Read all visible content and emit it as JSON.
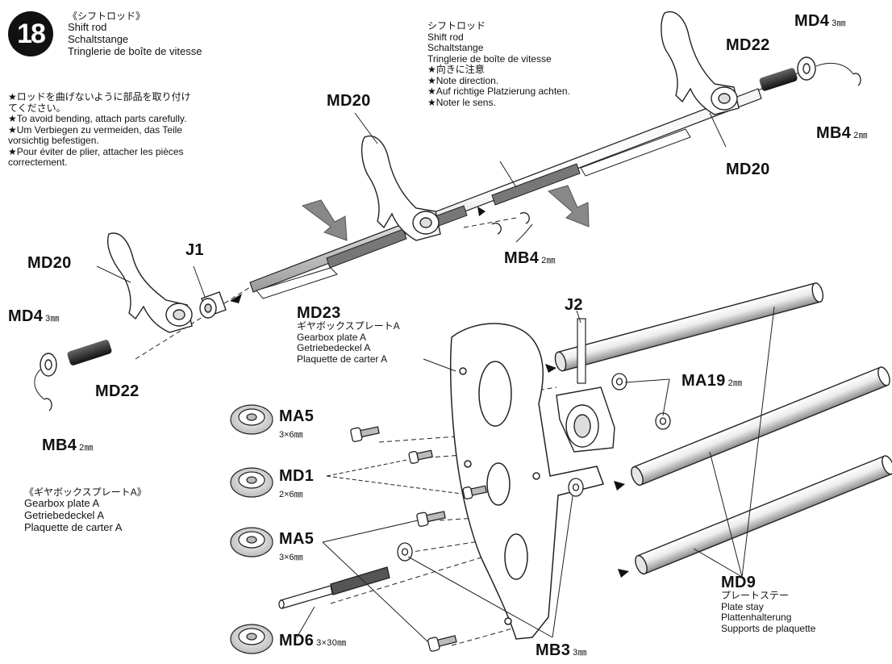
{
  "step": {
    "number": "18"
  },
  "shift_rod_title": {
    "jp": "《シフトロッド》",
    "en": "Shift rod",
    "de": "Schaltstange",
    "fr": "Tringlerie de boîte de vitesse"
  },
  "notes_left": [
    "★ロッドを曲げないように部品を取り付け",
    "てください。",
    "★To avoid bending, attach parts carefully.",
    "★Um Verbiegen zu vermeiden, das Teile",
    "vorsichtig befestigen.",
    "★Pour éviter de plier, attacher les pièces",
    "correctement."
  ],
  "shift_rod_callout": [
    "シフトロッド",
    "Shift rod",
    "Schaltstange",
    "Tringlerie de boîte de vitesse",
    "★向きに注意",
    "★Note direction.",
    "★Auf richtige Platzierung achten.",
    "★Noter le sens."
  ],
  "gearbox_plate_title": {
    "jp": "《ギヤボックスプレートA》",
    "en": "Gearbox plate A",
    "de": "Getriebedeckel A",
    "fr": "Plaquette de carter A"
  },
  "md23_label": {
    "code": "MD23",
    "jp": "ギヤボックスプレートA",
    "en": "Gearbox plate A",
    "de": "Getriebedeckel A",
    "fr": "Plaquette de carter A"
  },
  "md9_label": {
    "code": "MD9",
    "jp": "プレートステー",
    "en": "Plate stay",
    "de": "Plattenhalterung",
    "fr": "Supports de plaquette"
  },
  "parts": {
    "md4_top": {
      "code": "MD4",
      "size": "3㎜"
    },
    "md22_top": {
      "code": "MD22"
    },
    "mb4_top": {
      "code": "MB4",
      "size": "2㎜"
    },
    "md20_top": {
      "code": "MD20"
    },
    "md20_mid": {
      "code": "MD20"
    },
    "mb4_mid": {
      "code": "MB4",
      "size": "2㎜"
    },
    "md20_left": {
      "code": "MD20"
    },
    "j1": {
      "code": "J1"
    },
    "md4_left": {
      "code": "MD4",
      "size": "3㎜"
    },
    "md22_left": {
      "code": "MD22"
    },
    "mb4_left": {
      "code": "MB4",
      "size": "2㎜"
    },
    "j2": {
      "code": "J2"
    },
    "ma19": {
      "code": "MA19",
      "size": "2㎜"
    },
    "ma5_a": {
      "code": "MA5",
      "size": "3×6㎜"
    },
    "md1": {
      "code": "MD1",
      "size": "2×6㎜"
    },
    "ma5_b": {
      "code": "MA5",
      "size": "3×6㎜"
    },
    "md6": {
      "code": "MD6",
      "size": "3×30㎜"
    },
    "mb3": {
      "code": "MB3",
      "size": "3㎜"
    }
  }
}
